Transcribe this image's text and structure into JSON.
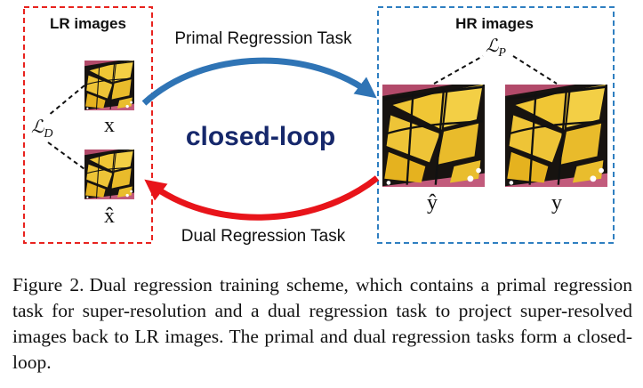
{
  "diagram": {
    "lr_box": {
      "title": "LR images",
      "border_color": "#e8231f"
    },
    "hr_box": {
      "title": "HR images",
      "border_color": "#2f7fc1"
    },
    "primal_task": {
      "label": "Primal Regression Task",
      "arrow_color": "#2f74b5"
    },
    "dual_task": {
      "label": "Dual Regression Task",
      "arrow_color": "#e8141a"
    },
    "center_label": {
      "text": "closed-loop",
      "color": "#16286b"
    },
    "loss_dual": {
      "symbol": "ℒ",
      "subscript": "D"
    },
    "loss_primal": {
      "symbol": "ℒ",
      "subscript": "P"
    },
    "image_labels": {
      "x": "x",
      "x_hat": "x̂",
      "y_hat": "ŷ",
      "y": "y"
    }
  },
  "caption": {
    "figure_label": "Figure 2.",
    "text": "Dual regression training scheme, which contains a primal regression task for super-resolution and a dual regression task to project super-resolved images back to LR images. The primal and dual regression tasks form a closed-loop."
  }
}
